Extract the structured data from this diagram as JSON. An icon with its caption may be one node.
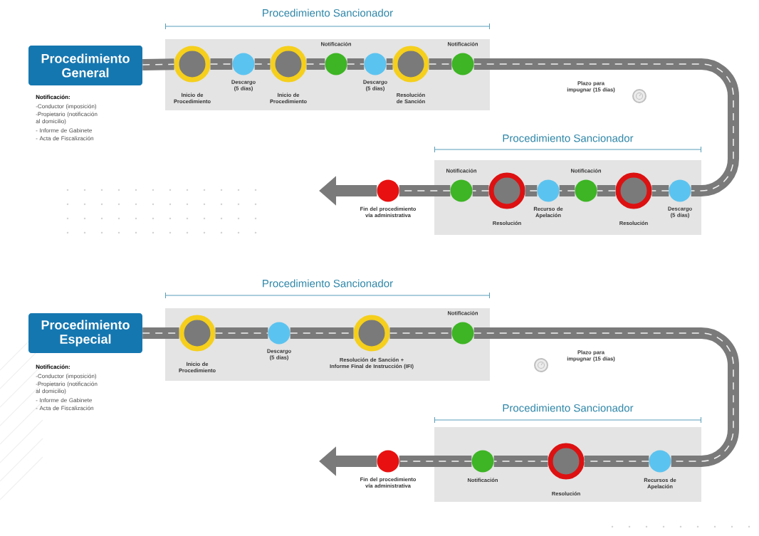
{
  "diagram": {
    "nodes": [
      {
        "text": [
          "Procedimiento General"
        ]
      },
      {
        "text": [
          "Procedimiento Sancionador"
        ]
      },
      {
        "text": [],
        "shape": "circle",
        "in": 1,
        "beside": [
          "Inicio de Procedimiento"
        ]
      },
      {
        "text": [],
        "shape": "circle",
        "in": 1,
        "beside": [
          "Descargo (5 días)"
        ]
      },
      {
        "text": [],
        "shape": "circle",
        "in": 1,
        "beside": [
          "Inicio de Procedimiento"
        ]
      },
      {
        "text": [],
        "shape": "circle",
        "in": 1,
        "beside": [
          "Notificación"
        ]
      },
      {
        "text": [],
        "shape": "circle",
        "in": 1,
        "beside": [
          "Descargo (5 días)"
        ]
      },
      {
        "text": [],
        "shape": "circle",
        "in": 1,
        "beside": [
          "Resolución de Sanción"
        ]
      },
      {
        "text": [],
        "shape": "circle",
        "in": 1,
        "beside": [
          "Notificación"
        ]
      },
      {
        "text": [],
        "shape": "circle",
        "beside": [
          "Fin del procedimiento vía administrativa"
        ]
      },
      {
        "text": [
          "Procedimiento Sancionador"
        ]
      },
      {
        "text": [],
        "shape": "circle",
        "in": 10,
        "beside": [
          "Notificación"
        ]
      },
      {
        "text": [],
        "shape": "circle",
        "in": 10,
        "beside": [
          "Resolución"
        ]
      },
      {
        "text": [],
        "shape": "circle",
        "in": 10,
        "beside": [
          "Recurso de Apelación"
        ]
      },
      {
        "text": [],
        "shape": "circle",
        "in": 10,
        "beside": [
          "Notificación"
        ]
      },
      {
        "text": [],
        "shape": "circle",
        "in": 10,
        "beside": [
          "Resolución"
        ]
      },
      {
        "text": [],
        "shape": "circle",
        "in": 10,
        "beside": [
          "Descargo (5 días)"
        ]
      },
      {
        "text": [
          "Procedimiento Especial"
        ]
      },
      {
        "text": [
          "Procedimiento Sancionador"
        ]
      },
      {
        "text": [],
        "shape": "circle",
        "in": 18,
        "beside": [
          "Inicio de Procedimiento"
        ]
      },
      {
        "text": [],
        "shape": "circle",
        "in": 18,
        "beside": [
          "Descargo (5 días)"
        ]
      },
      {
        "text": [],
        "shape": "circle",
        "in": 18,
        "beside": [
          "Resolución de Sanción + Informe Final de Instrucción (IFI)"
        ]
      },
      {
        "text": [],
        "shape": "circle",
        "in": 18,
        "beside": [
          "Notificación"
        ]
      },
      {
        "text": [],
        "shape": "circle",
        "beside": [
          "Fin del procedimiento vía administrativa"
        ]
      },
      {
        "text": [
          "Procedimiento Sancionador"
        ]
      },
      {
        "text": [],
        "shape": "circle",
        "in": 24,
        "beside": [
          "Notificación"
        ]
      },
      {
        "text": [],
        "shape": "circle",
        "in": 24,
        "beside": [
          "Resolución"
        ]
      },
      {
        "text": [],
        "shape": "circle",
        "in": 24,
        "beside": [
          "Recursos de Apelación"
        ]
      }
    ],
    "edges": [
      {
        "from": 0,
        "to": 2,
        "arrow": "none"
      },
      {
        "from": 2,
        "to": 3,
        "arrow": "none"
      },
      {
        "from": 3,
        "to": 4,
        "arrow": "none"
      },
      {
        "from": 4,
        "to": 5,
        "arrow": "none"
      },
      {
        "from": 5,
        "to": 6,
        "arrow": "none"
      },
      {
        "from": 6,
        "to": 7,
        "arrow": "none"
      },
      {
        "from": 7,
        "to": 8,
        "arrow": "none"
      },
      {
        "from": 8,
        "to": 16,
        "arrow": "none"
      },
      {
        "from": 16,
        "to": 15,
        "arrow": "none"
      },
      {
        "from": 15,
        "to": 14,
        "arrow": "none"
      },
      {
        "from": 14,
        "to": 13,
        "arrow": "none"
      },
      {
        "from": 13,
        "to": 12,
        "arrow": "none"
      },
      {
        "from": 12,
        "to": 11,
        "arrow": "none"
      },
      {
        "from": 11,
        "to": 9,
        "arrow": "none"
      },
      {
        "from": 9,
        "to": null,
        "arrow": "to"
      },
      {
        "from": 17,
        "to": 19,
        "arrow": "none"
      },
      {
        "from": 19,
        "to": 20,
        "arrow": "none"
      },
      {
        "from": 20,
        "to": 21,
        "arrow": "none"
      },
      {
        "from": 21,
        "to": 22,
        "arrow": "none"
      },
      {
        "from": 22,
        "to": 27,
        "arrow": "none"
      },
      {
        "from": 27,
        "to": 26,
        "arrow": "none"
      },
      {
        "from": 26,
        "to": 25,
        "arrow": "none"
      },
      {
        "from": 25,
        "to": 23,
        "arrow": "none"
      },
      {
        "from": 23,
        "to": null,
        "arrow": "to"
      }
    ],
    "labels": [
      "Notificación:",
      "-Conductor (imposición)",
      "-Propietario (notificación al domicilio)",
      "- Informe de Gabinete",
      "- Acta de Fiscalización",
      "Plazo para impugnar (15 días)",
      "Notificación:",
      "-Conductor (imposición)",
      "-Propietario (notificación al domicilio)",
      "- Informe de Gabinete",
      "- Acta de Fiscalización",
      "Plazo para impugnar (15 días)"
    ]
  }
}
